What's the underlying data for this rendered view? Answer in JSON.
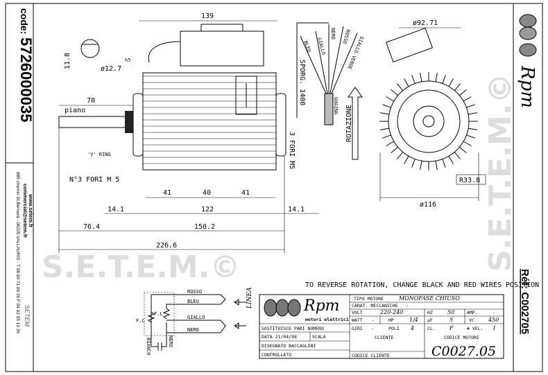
{
  "sidebar_left": {
    "code_label": "code:",
    "code_value": "5726000035",
    "website": "www.setem.fr",
    "email": "commercial@setem.fr",
    "address": "885 chemin St.Bernard - 06225 VALLAURIS - T 08 90 71 00 39  F 04 92 95 19 39",
    "logo_text": "SETEM"
  },
  "sidebar_right": {
    "brand": "Rpm",
    "ref": "Réf: C002705"
  },
  "watermark": "S.E.T.E.M.©",
  "dimensions": {
    "overall_top": "139",
    "key_height": "11.8",
    "shaft_tol": "h5",
    "shaft_dia": "ø12.7",
    "shaft_len": "70",
    "flat": "piano",
    "v_ring": "'V' RING",
    "holes_front": "N°3 FORI M 5",
    "holes_rear": "3 FORI M5",
    "d41a": "41",
    "d40": "40",
    "d41b": "41",
    "d14a": "14.1",
    "d122": "122",
    "d14b": "14.1",
    "d76": "76.4",
    "d150": "150.2",
    "d226": "226.6",
    "front_dia_top": "ø92.71",
    "front_dia_bottom": "ø116",
    "radius": "R33.8",
    "rotation": "ROTAZIONE"
  },
  "wires": {
    "labels": [
      "BLEU",
      "GIALLO",
      "NERO",
      "ROSSO",
      "GIALLO-VERDE"
    ],
    "sheath": "GUAINA",
    "length": "SPORG. 1400"
  },
  "reverse_note": "TO REVERSE ROTATION, CHANGE BLACK AND RED WIRES POSITION",
  "wiring": {
    "rosso": "ROSSO",
    "bleu": "BLEU",
    "giallo": "GIALLO",
    "nero": "NERO",
    "fl": "F.L",
    "fc": "F.C",
    "bianco": "BIANCO",
    "nero2": "NERO",
    "linea": "LINEA"
  },
  "title_block": {
    "brand": "Rpm",
    "brand_sub": "motori elettrici",
    "tipo_label": "TIPO MOTORE",
    "tipo_value": "MONOFASE CHIUSO",
    "carat_label": "CARAT. MECCANICHE",
    "carat_value": "-",
    "volt_label": "VOLT",
    "volt_value": "220-240",
    "hz_label": "HZ",
    "hz_value": "50",
    "amp_label": "AMP.",
    "amp_value": "-",
    "watt_label": "WATT",
    "watt_value": "-",
    "hp_label": "HP",
    "hp_value": "1/4",
    "uf_label": "µF",
    "uf_value": "5",
    "vc_label": "VC",
    "vc_value": "450",
    "giri_label": "GIRI",
    "giri_value": "-",
    "poli_label": "POLI",
    "poli_value": "4",
    "cl_label": "CL.",
    "cl_value": "F",
    "vel_label": "# VEL.",
    "vel_value": "1",
    "sostituisce": "SOSTITUISCE PARI NUMERO",
    "data": "DATA  21/04/98",
    "scala": "SCALA",
    "disegnato": "DISEGNATO  BACCAGLINI",
    "controllato": "CONTROLLATO",
    "cliente": "CLIENTE",
    "codice_cliente": "CODICE CLIENTE",
    "codice_motore_label": "CODICE MOTORE",
    "codice_motore": "C0027.05"
  }
}
